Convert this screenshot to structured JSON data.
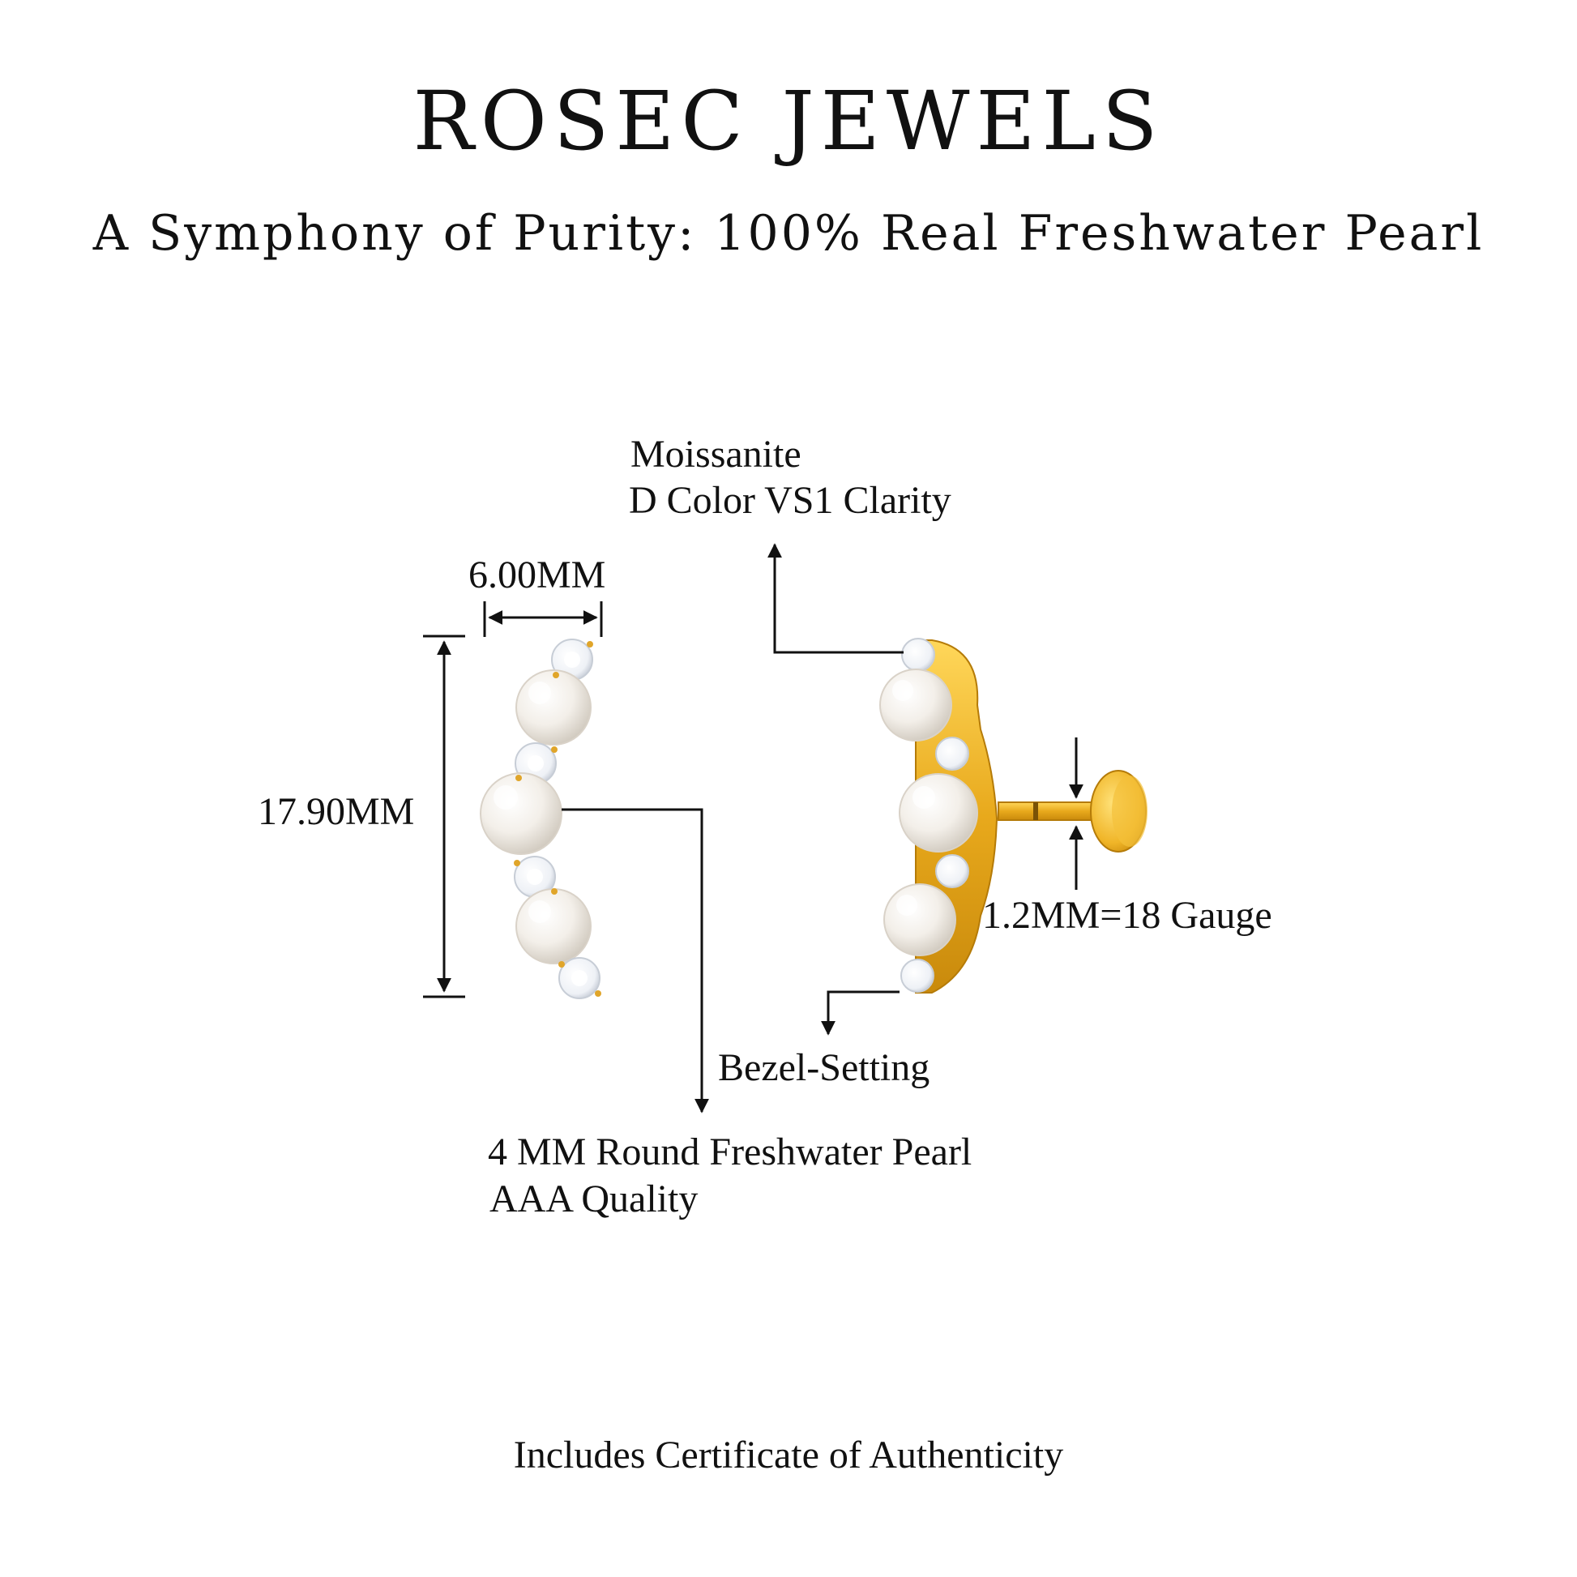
{
  "header": {
    "brand": "ROSEC JEWELS",
    "tagline": "A Symphony of Purity: 100% Real Freshwater Pearl"
  },
  "dimensions": {
    "width": "6.00MM",
    "height": "17.90MM",
    "gauge": "1.2MM=18 Gauge"
  },
  "callouts": {
    "moissanite_line1": "Moissanite",
    "moissanite_line2": "D Color VS1 Clarity",
    "setting": "Bezel-Setting",
    "pearl_line1": "4 MM Round Freshwater Pearl",
    "pearl_line2": "AAA Quality"
  },
  "footer": {
    "note": "Includes Certificate of Authenticity"
  },
  "colors": {
    "gold": "#e8a91c",
    "gold_light": "#ffd75a",
    "pearl": "#f4f1ec",
    "line": "#111111"
  }
}
